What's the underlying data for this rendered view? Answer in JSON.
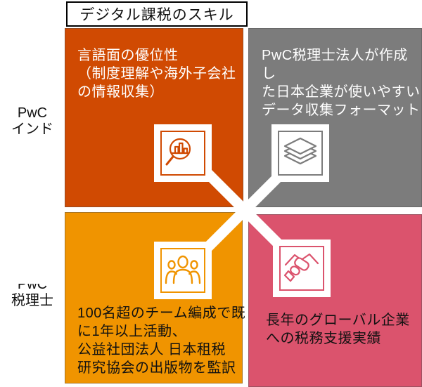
{
  "title": "デジタル課税のスキル",
  "row_labels": {
    "top": {
      "line1": "PwC",
      "line2": "インド"
    },
    "bottom": {
      "line1": "PwC",
      "line2": "税理士"
    }
  },
  "quadrants": {
    "top_left": {
      "text": "言語面の優位性\n（制度理解や海外子会社\nの情報収集）",
      "color": "#D04A02",
      "icon": "magnifier-bar-chart-icon"
    },
    "top_right": {
      "text": "PwC税理士法人が作成し\nた日本企業が使いやすい\nデータ収集フォーマット",
      "color": "#7C7C7C",
      "icon": "stacked-layers-icon"
    },
    "bottom_left": {
      "text": "100名超のチーム編成で既\nに1年以上活動、\n公益社団法人 日本租税\n研究協会の出版物を監訳",
      "color": "#F09400",
      "icon": "team-people-icon"
    },
    "bottom_right": {
      "text": "長年のグローバル企業\nへの税務支援実績",
      "color": "#DB536D",
      "icon": "handshake-icon"
    }
  },
  "colors": {
    "background": "#FFFFFF",
    "connector_band": "#FFFFFF",
    "title_border": "#000000",
    "rust": "#D04A02",
    "gray": "#7C7C7C",
    "amber": "#F09400",
    "pink": "#DB536D"
  }
}
